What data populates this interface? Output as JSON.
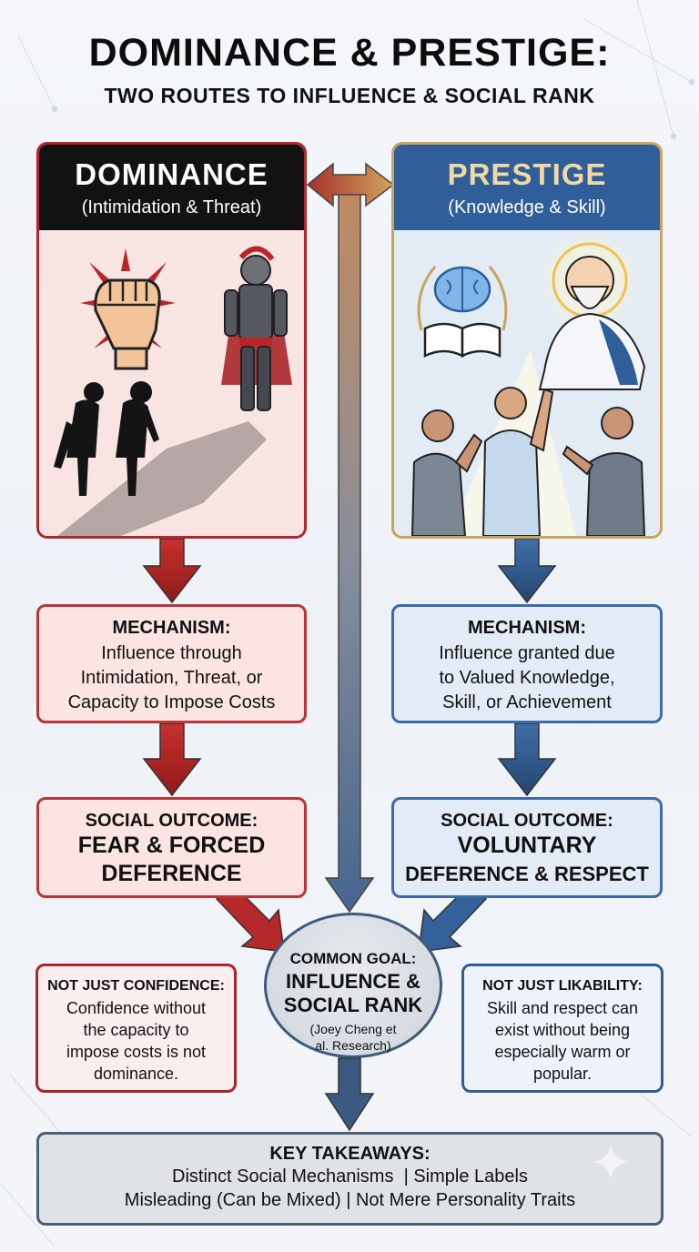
{
  "title": "DOMINANCE & PRESTIGE:",
  "subtitle": "TWO ROUTES TO INFLUENCE & SOCIAL RANK",
  "dominance": {
    "heading": "DOMINANCE",
    "subheading": "(Intimidation & Threat)",
    "mechanism_label": "MECHANISM:",
    "mechanism_lines": [
      "Influence through",
      "Intimidation, Threat, or",
      "Capacity to Impose Costs"
    ],
    "outcome_label": "SOCIAL OUTCOME:",
    "outcome_lines": [
      "FEAR & FORCED",
      "DEFERENCE"
    ],
    "note_label": "NOT JUST CONFIDENCE:",
    "note_lines": [
      "Confidence without",
      "the capacity to",
      "impose costs is not",
      "dominance."
    ]
  },
  "prestige": {
    "heading": "PRESTIGE",
    "subheading": "(Knowledge & Skill)",
    "mechanism_label": "MECHANISM:",
    "mechanism_lines": [
      "Influence granted due",
      "to Valued Knowledge,",
      "Skill, or Achievement"
    ],
    "outcome_label": "SOCIAL OUTCOME:",
    "outcome_lines": [
      "VOLUNTARY",
      "DEFERENCE & RESPECT"
    ],
    "note_label": "NOT JUST LIKABILITY:",
    "note_lines": [
      "Skill and respect can",
      "exist without being",
      "especially warm or",
      "popular."
    ]
  },
  "goal": {
    "label": "COMMON GOAL:",
    "lines": [
      "INFLUENCE &",
      "SOCIAL RANK"
    ],
    "citation_lines": [
      "(Joey Cheng et",
      "al. Research)"
    ]
  },
  "takeaways": {
    "label": "KEY TAKEAWAYS:",
    "lines": [
      "Distinct Social Mechanisms  | Simple Labels",
      "Misleading (Can be Mixed) | Not Mere Personality Traits"
    ]
  },
  "colors": {
    "dominance_red": "#b2272b",
    "prestige_blue": "#2f5e9a",
    "prestige_gold": "#c9a45a",
    "dark": "#121212"
  },
  "icons": [
    "fist-icon",
    "knight-icon",
    "cowering-figures-icon",
    "brain-icon",
    "laurel-icon",
    "book-icon",
    "sage-icon",
    "admiring-people-icon"
  ]
}
